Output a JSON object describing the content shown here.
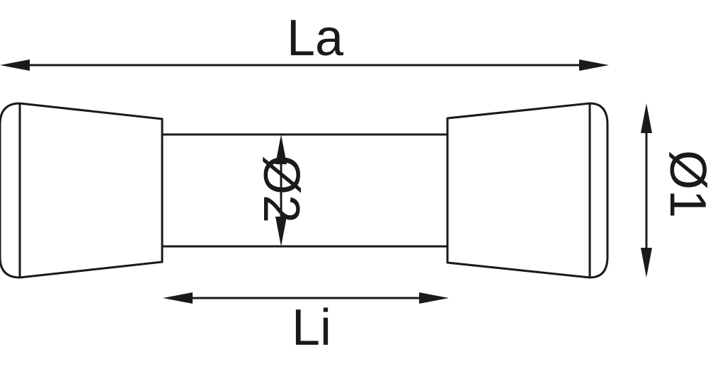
{
  "labels": {
    "overall_length": "La",
    "inner_length": "Li",
    "outer_diameter": "Ø1",
    "inner_diameter": "Ø2"
  },
  "colors": {
    "line": "#1a1a1a",
    "background": "#ffffff"
  }
}
